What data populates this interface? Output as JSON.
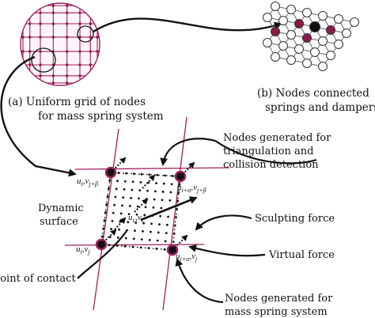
{
  "caption_a": [
    "(a) Uniform grid of nodes",
    "for mass spring system"
  ],
  "caption_b": [
    "(b) Nodes connected",
    "springs and dampers"
  ],
  "labels": {
    "nodes_triangulation": [
      "Nodes generated for",
      "triangulation and",
      "collision detection"
    ],
    "dynamic_surface": [
      "Dynamic",
      "surface"
    ],
    "sculpting_force": "Sculpting force",
    "virtual_force": "Virtual force",
    "point_of_contact": "Point of contact",
    "nodes_mass_spring": [
      "Nodes generated for",
      "mass spring system"
    ]
  },
  "math": {
    "top_left": {
      "u": "u",
      "u_sub": "i",
      "v": "v",
      "v_sub": "j+β"
    },
    "top_right": {
      "u": "u",
      "u_sub": "i+α",
      "v": "v",
      "v_sub": "j+β"
    },
    "bottom_left": {
      "u": "u",
      "u_sub": "i",
      "v": "v",
      "v_sub": "j"
    },
    "bottom_right": {
      "u": "u",
      "u_sub": "i+α",
      "v": "v",
      "v_sub": "j"
    },
    "center": {
      "u": "u",
      "u_sub": "c",
      "v": "v",
      "v_sub": "c"
    }
  },
  "colors": {
    "grid": "#a02060",
    "node_fill": "#8a1a4a",
    "dark_node": "#111111",
    "line": "#111111"
  }
}
